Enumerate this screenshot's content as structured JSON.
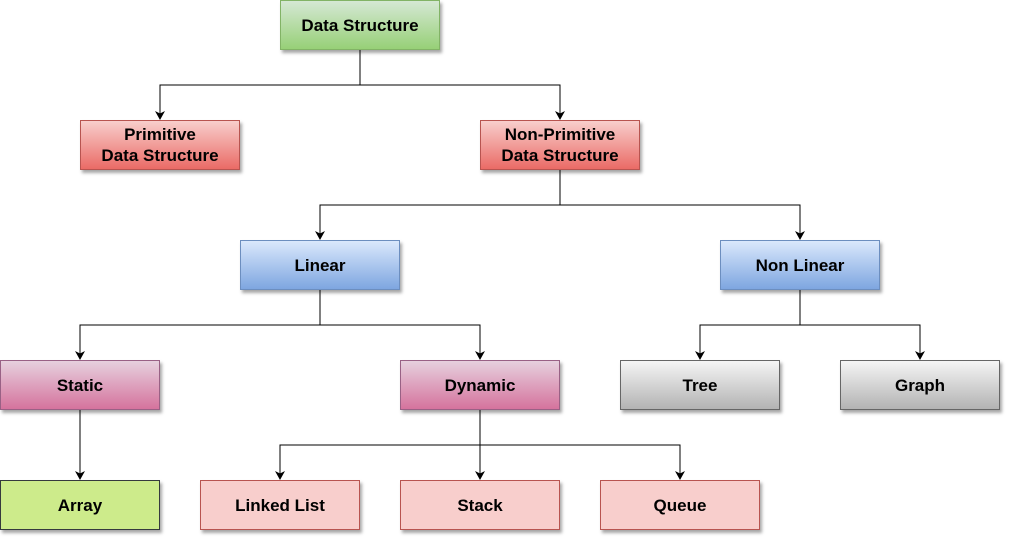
{
  "nodes": {
    "data_structure": "Data Structure",
    "primitive": "Primitive\nData Structure",
    "non_primitive": "Non-Primitive\nData Structure",
    "linear": "Linear",
    "non_linear": "Non Linear",
    "static": "Static",
    "dynamic": "Dynamic",
    "tree": "Tree",
    "graph": "Graph",
    "array": "Array",
    "linked_list": "Linked List",
    "stack": "Stack",
    "queue": "Queue"
  },
  "edges": [
    [
      "data_structure",
      "primitive"
    ],
    [
      "data_structure",
      "non_primitive"
    ],
    [
      "non_primitive",
      "linear"
    ],
    [
      "non_primitive",
      "non_linear"
    ],
    [
      "linear",
      "static"
    ],
    [
      "linear",
      "dynamic"
    ],
    [
      "non_linear",
      "tree"
    ],
    [
      "non_linear",
      "graph"
    ],
    [
      "static",
      "array"
    ],
    [
      "dynamic",
      "linked_list"
    ],
    [
      "dynamic",
      "stack"
    ],
    [
      "dynamic",
      "queue"
    ]
  ],
  "colors": {
    "edge": "#000000"
  }
}
